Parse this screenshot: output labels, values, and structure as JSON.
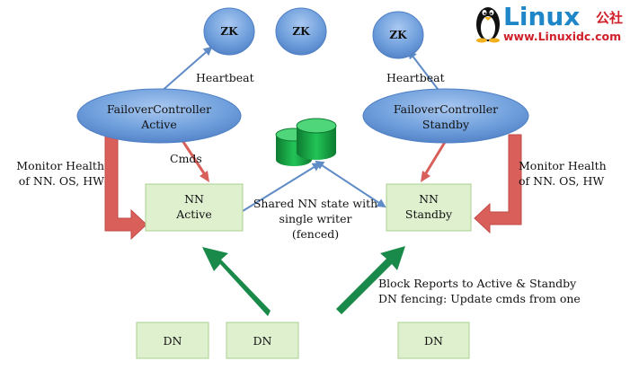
{
  "logo": {
    "word": "Linux",
    "cn": "公社",
    "url": "www.Linuxidc.com"
  },
  "zk_nodes": [
    "ZK",
    "ZK",
    "ZK"
  ],
  "failover_active": {
    "line1": "FailoverController",
    "line2": "Active"
  },
  "failover_standby": {
    "line1": "FailoverController",
    "line2": "Standby"
  },
  "nn_active": {
    "line1": "NN",
    "line2": "Active"
  },
  "nn_standby": {
    "line1": "NN",
    "line2": "Standby"
  },
  "labels": {
    "heartbeat_left": "Heartbeat",
    "heartbeat_right": "Heartbeat",
    "cmds": "Cmds",
    "monitor_left_1": "Monitor Health",
    "monitor_left_2": "of NN. OS, HW",
    "monitor_right_1": "Monitor Health",
    "monitor_right_2": "of NN. OS, HW",
    "shared_1": "Shared NN state with",
    "shared_2": "single writer",
    "shared_3": "(fenced)",
    "block_1": "Block Reports to Active & Standby",
    "block_2": "DN fencing: Update cmds from one"
  },
  "datanodes": [
    "DN",
    "DN",
    "DN"
  ],
  "colors": {
    "ellipse_blue": "#5b8fd4",
    "arrow_red": "#d9605a",
    "arrow_green": "#1a8a4a",
    "box_green": "#dff0cf",
    "box_border": "#a9cf8c",
    "storage_green": "#1aa64a",
    "line_blue": "#5f8bc6"
  }
}
